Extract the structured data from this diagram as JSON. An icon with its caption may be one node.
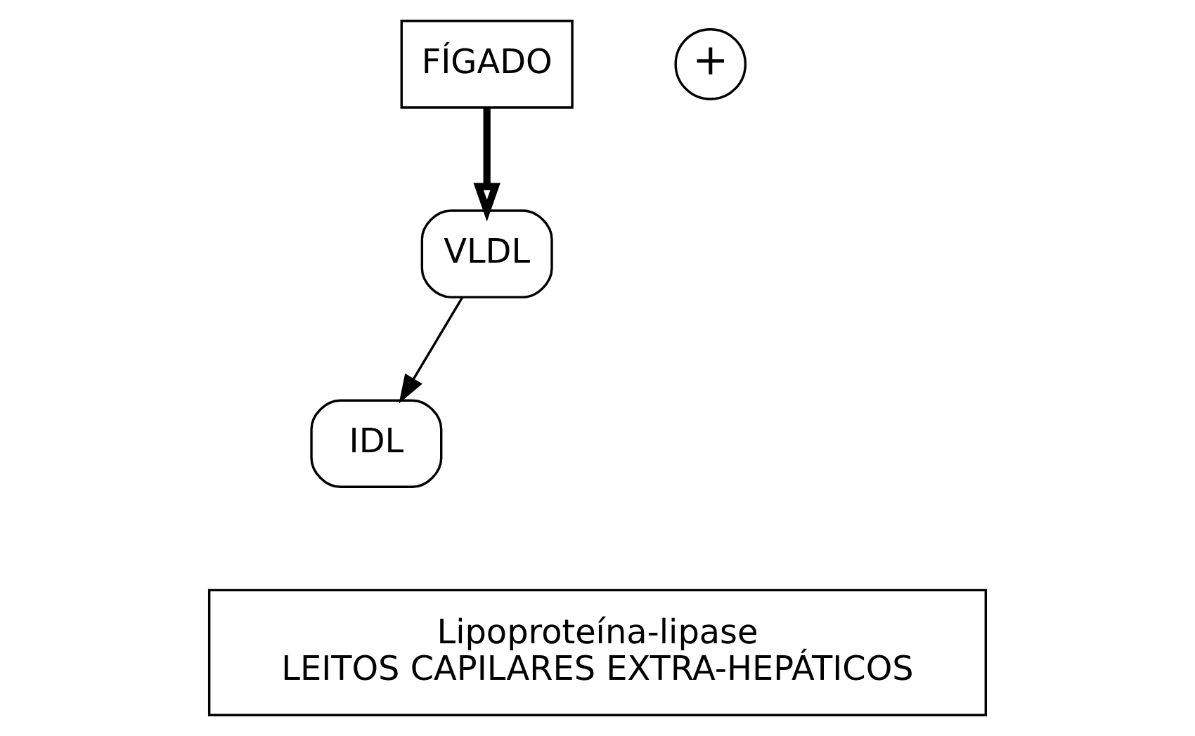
{
  "diagram": {
    "nodes": [
      {
        "text": [
          "FÍGADO"
        ]
      },
      {
        "text": [
          "+"
        ]
      },
      {
        "text": [
          "VLDL"
        ]
      },
      {
        "text": [
          "IDL"
        ]
      },
      {
        "text": [
          "Lipoproteína-lipase",
          "LEITOS CAPILARES EXTRA-HEPÁTICOS"
        ]
      }
    ],
    "edges": [
      {
        "from": 0,
        "to": 2,
        "arrow": "to",
        "style": "thick"
      },
      {
        "from": 2,
        "to": 3,
        "arrow": "to"
      }
    ]
  }
}
